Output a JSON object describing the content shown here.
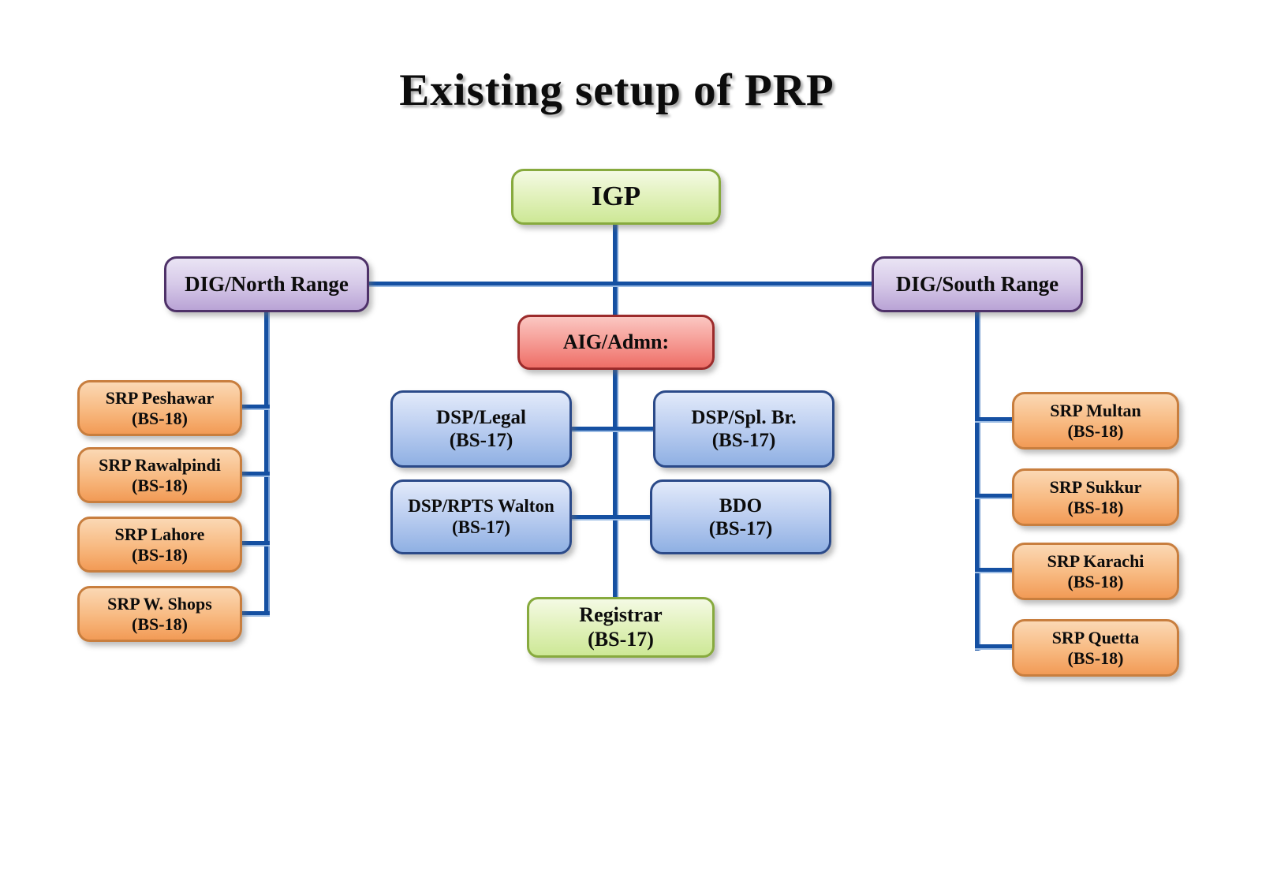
{
  "title": "Existing setup of PRP",
  "colors": {
    "connector_blue": "#1550a2",
    "green_fill": "#cde896",
    "green_border": "#87aa3e",
    "purple_fill": "#b9a3d5",
    "purple_border": "#4e3168",
    "red_fill": "#ee6e67",
    "red_border": "#9b2b2b",
    "blue_fill": "#8fb0e3",
    "blue_border": "#2b4a89",
    "orange_fill": "#f29b56",
    "orange_border": "#c87e3e"
  },
  "org": {
    "igp": {
      "label": "IGP"
    },
    "aig": {
      "label": "AIG/Admn:"
    },
    "registrar": {
      "label": "Registrar",
      "grade": "(BS-17)"
    },
    "admin_units": [
      {
        "label": "DSP/Legal",
        "grade": "(BS-17)"
      },
      {
        "label": "DSP/Spl. Br.",
        "grade": "(BS-17)"
      },
      {
        "label": "DSP/RPTS Walton",
        "grade": "(BS-17)"
      },
      {
        "label": "BDO",
        "grade": "(BS-17)"
      }
    ],
    "north_range": {
      "label": "DIG/North Range",
      "units": [
        {
          "label": "SRP Peshawar",
          "grade": "(BS-18)"
        },
        {
          "label": "SRP Rawalpindi",
          "grade": "(BS-18)"
        },
        {
          "label": "SRP Lahore",
          "grade": "(BS-18)"
        },
        {
          "label": "SRP W. Shops",
          "grade": "(BS-18)"
        }
      ]
    },
    "south_range": {
      "label": "DIG/South Range",
      "units": [
        {
          "label": "SRP Multan",
          "grade": "(BS-18)"
        },
        {
          "label": "SRP Sukkur",
          "grade": "(BS-18)"
        },
        {
          "label": "SRP Karachi",
          "grade": "(BS-18)"
        },
        {
          "label": "SRP Quetta",
          "grade": "(BS-18)"
        }
      ]
    }
  }
}
